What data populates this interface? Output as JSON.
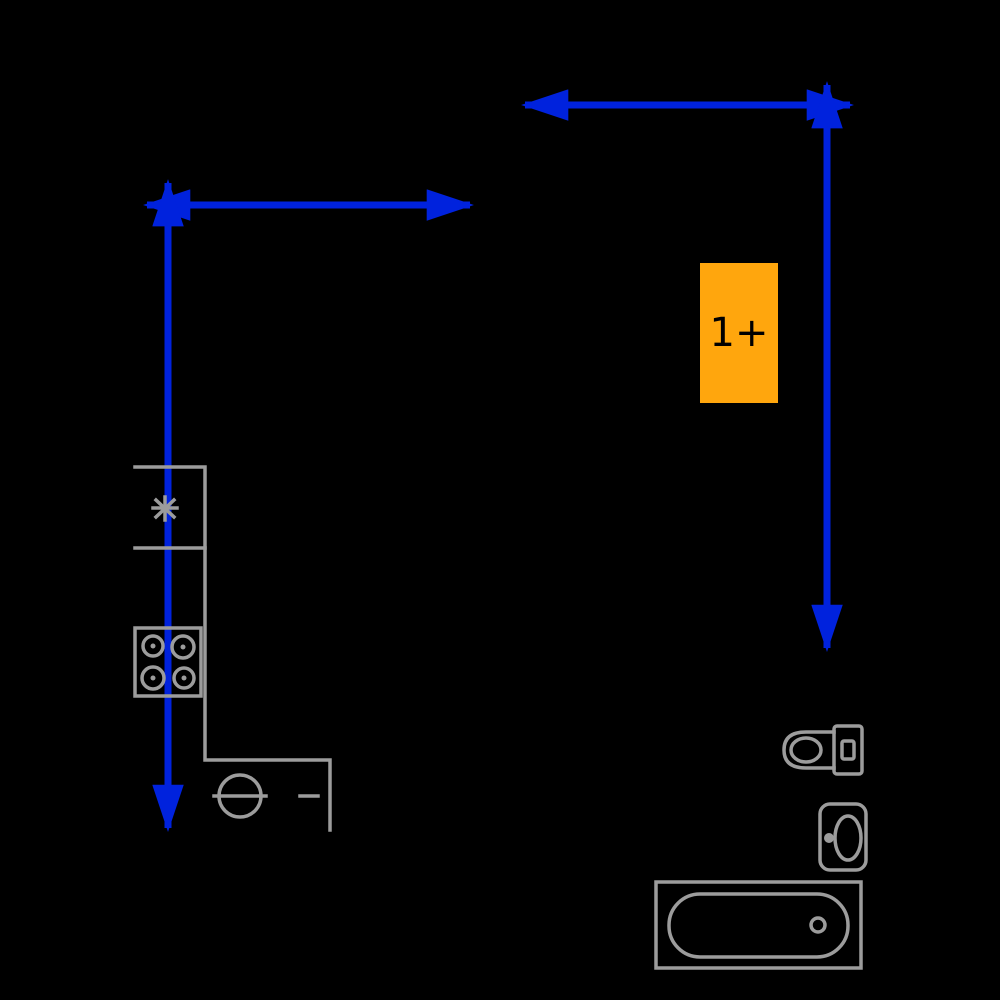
{
  "page": {
    "title": "Apartment floor plan with dimension arrows"
  },
  "colors": {
    "background": "#000000",
    "dimension": "#0022dd",
    "fixture": "#9c9c9c",
    "highlight_fill": "#ffa60d",
    "highlight_text": "#000000"
  },
  "room_label": {
    "text": "1+"
  },
  "dimensions": {
    "top_width": "top horizontal dimension arrow",
    "right_height": "right vertical dimension arrow",
    "left_width": "left horizontal dimension arrow",
    "left_height": "left vertical dimension arrow"
  },
  "fixtures": {
    "kitchen_counter": "kitchen counter outline",
    "kitchen_sink_symbol": "kitchen sink symbol",
    "cooktop": "cooktop with four burners",
    "round_sink": "round sink with tap",
    "toilet": "toilet",
    "bathroom_sink": "bathroom wash basin",
    "bathtub": "bathtub"
  }
}
